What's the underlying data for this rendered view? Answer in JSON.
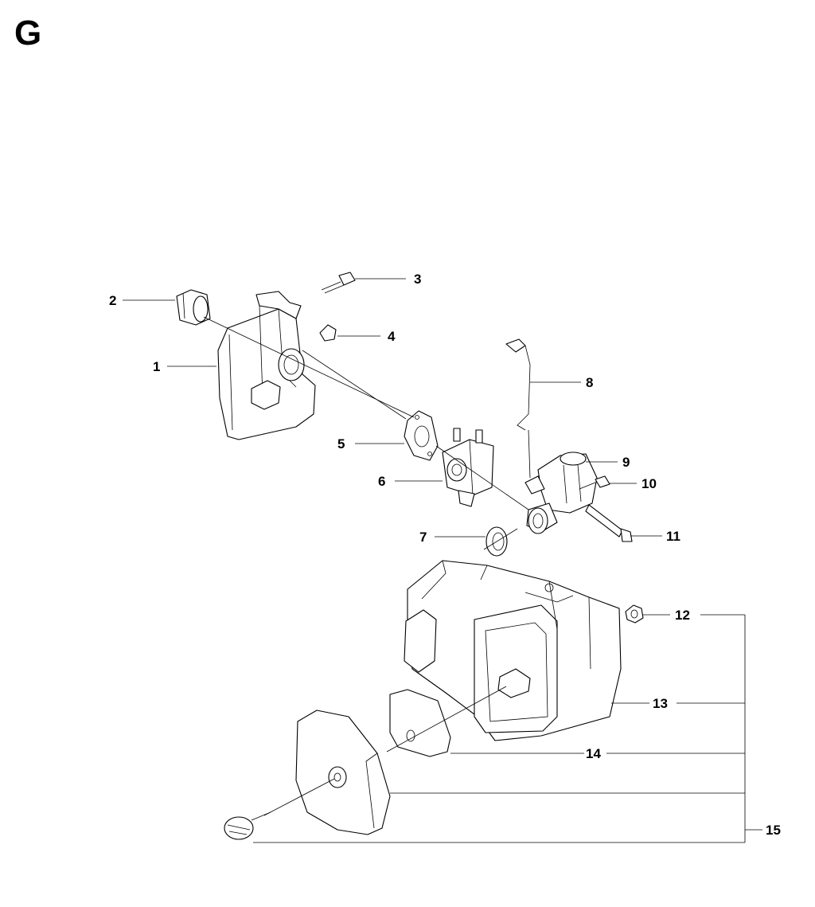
{
  "section_letter": "G",
  "callouts": [
    {
      "id": "1",
      "label": "1"
    },
    {
      "id": "2",
      "label": "2"
    },
    {
      "id": "3",
      "label": "3"
    },
    {
      "id": "4",
      "label": "4"
    },
    {
      "id": "5",
      "label": "5"
    },
    {
      "id": "6",
      "label": "6"
    },
    {
      "id": "7",
      "label": "7"
    },
    {
      "id": "8",
      "label": "8"
    },
    {
      "id": "9",
      "label": "9"
    },
    {
      "id": "10",
      "label": "10"
    },
    {
      "id": "11",
      "label": "11"
    },
    {
      "id": "12",
      "label": "12"
    },
    {
      "id": "13",
      "label": "13"
    },
    {
      "id": "14",
      "label": "14"
    },
    {
      "id": "15",
      "label": "15"
    }
  ]
}
